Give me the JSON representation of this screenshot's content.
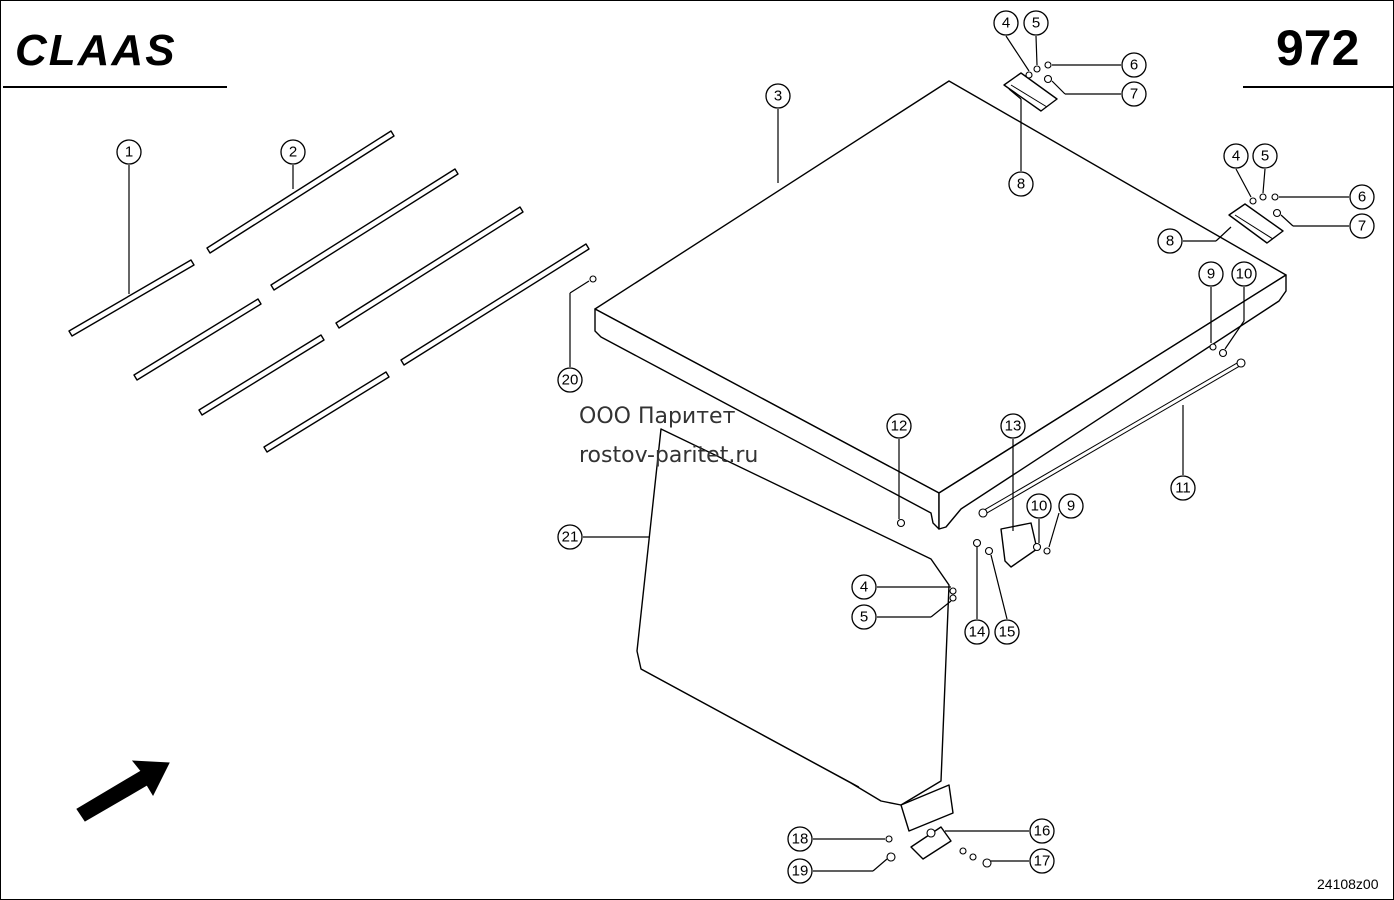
{
  "header": {
    "brand_logo": "CLAAS",
    "page_number": "972"
  },
  "watermark": {
    "line1": "ООО Паритет",
    "line2": "rostov-paritet.ru"
  },
  "footer": {
    "drawing_number": "24108z00"
  },
  "callouts": [
    {
      "id": "c1",
      "label": "1"
    },
    {
      "id": "c2",
      "label": "2"
    },
    {
      "id": "c3",
      "label": "3"
    },
    {
      "id": "c4a",
      "label": "4"
    },
    {
      "id": "c5a",
      "label": "5"
    },
    {
      "id": "c6a",
      "label": "6"
    },
    {
      "id": "c7a",
      "label": "7"
    },
    {
      "id": "c8a",
      "label": "8"
    },
    {
      "id": "c4b",
      "label": "4"
    },
    {
      "id": "c5b",
      "label": "5"
    },
    {
      "id": "c6b",
      "label": "6"
    },
    {
      "id": "c7b",
      "label": "7"
    },
    {
      "id": "c8b",
      "label": "8"
    },
    {
      "id": "c9a",
      "label": "9"
    },
    {
      "id": "c10a",
      "label": "10"
    },
    {
      "id": "c11",
      "label": "11"
    },
    {
      "id": "c12",
      "label": "12"
    },
    {
      "id": "c13",
      "label": "13"
    },
    {
      "id": "c10b",
      "label": "10"
    },
    {
      "id": "c9b",
      "label": "9"
    },
    {
      "id": "c4c",
      "label": "4"
    },
    {
      "id": "c5c",
      "label": "5"
    },
    {
      "id": "c14",
      "label": "14"
    },
    {
      "id": "c15",
      "label": "15"
    },
    {
      "id": "c20",
      "label": "20"
    },
    {
      "id": "c21",
      "label": "21"
    },
    {
      "id": "c16",
      "label": "16"
    },
    {
      "id": "c17",
      "label": "17"
    },
    {
      "id": "c18",
      "label": "18"
    },
    {
      "id": "c19",
      "label": "19"
    }
  ],
  "icons": {
    "direction_arrow": "direction-arrow-icon"
  }
}
